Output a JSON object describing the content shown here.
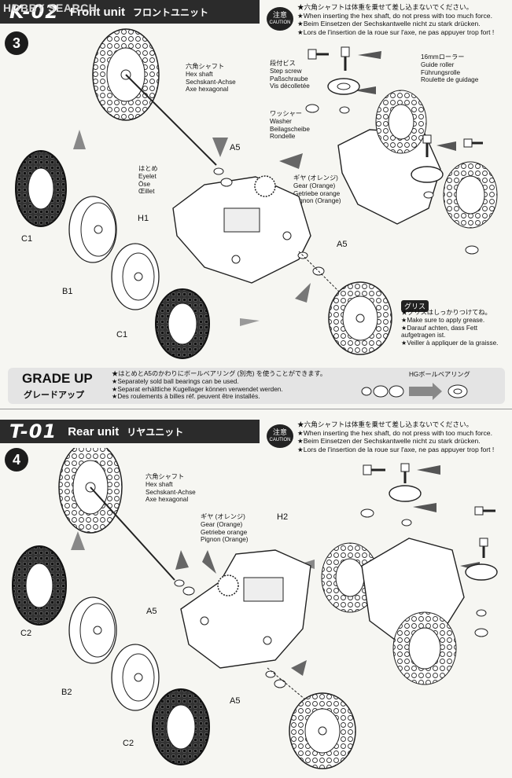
{
  "watermark": "HOBBY SEARCH",
  "section1": {
    "code": "K-02",
    "title_en": "Front unit",
    "title_jp": "フロントユニット",
    "caution_jp": "注意",
    "caution_en": "CAUTION",
    "caution_lines": [
      "★六角シャフトは体重を乗せて差し込まないでください。",
      "★When inserting the hex shaft, do not press with too much force.",
      "★Beim Einsetzen der Sechskantwelle nicht zu stark drücken.",
      "★Lors de l'insertion de la roue sur l'axe, ne pas appuyer trop fort !"
    ],
    "step": "3",
    "hex_shaft": [
      "六角シャフト",
      "Hex shaft",
      "Sechskant-Achse",
      "Axe hexagonal"
    ],
    "step_screw": [
      "段付ビス",
      "Step screw",
      "Paßschraube",
      "Vis décolletée"
    ],
    "roller": [
      "16mmローラー",
      "Guide roller",
      "Führungsrolle",
      "Roulette de guidage"
    ],
    "washer": [
      "ワッシャー",
      "Washer",
      "Beilagscheibe",
      "Rondelle"
    ],
    "eyelet": [
      "はとめ",
      "Eyelet",
      "Öse",
      "Œillet"
    ],
    "gear": [
      "ギヤ (オレンジ)",
      "Gear (Orange)",
      "Getriebe orange",
      "Pignon (Orange)"
    ],
    "parts": {
      "a5_top": "A5",
      "h1": "H1",
      "a5_right": "A5",
      "c1_top": "C1",
      "b1": "B1",
      "c1_bottom": "C1"
    },
    "grease_badge": "グリス",
    "grease_lines": [
      "★グリスはしっかりつけてね。",
      "★Make sure to apply grease.",
      "★Darauf achten, dass Fett",
      "aufgetragen ist.",
      "★Veiller à appliquer de la graisse."
    ],
    "grade_up_en": "GRADE UP",
    "grade_up_jp": "グレードアップ",
    "grade_up_lines": [
      "★はとめとA5のかわりにボールベアリング (別売) を使うことができます。",
      "★Separately sold ball bearings can be used.",
      "★Separat erhältliche Kugellager können verwendet werden.",
      "★Des roulements à billes réf. peuvent être installés."
    ],
    "hg_bearing": "HGボールベアリング"
  },
  "section2": {
    "code": "T-01",
    "title_en": "Rear unit",
    "title_jp": "リヤユニット",
    "caution_jp": "注意",
    "caution_en": "CAUTION",
    "caution_lines": [
      "★六角シャフトは体重を乗せて差し込まないでください。",
      "★When inserting the hex shaft, do not press with too much force.",
      "★Beim Einsetzen der Sechskantwelle nicht zu stark drücken.",
      "★Lors de l'insertion de la roue sur l'axe, ne pas appuyer trop fort !"
    ],
    "step": "4",
    "hex_shaft": [
      "六角シャフト",
      "Hex shaft",
      "Sechskant-Achse",
      "Axe hexagonal"
    ],
    "gear": [
      "ギヤ (オレンジ)",
      "Gear (Orange)",
      "Getriebe orange",
      "Pignon (Orange)"
    ],
    "parts": {
      "h2": "H2",
      "a5_top": "A5",
      "c2_top": "C2",
      "b2": "B2",
      "a5_bottom": "A5",
      "c2_bottom": "C2"
    }
  }
}
